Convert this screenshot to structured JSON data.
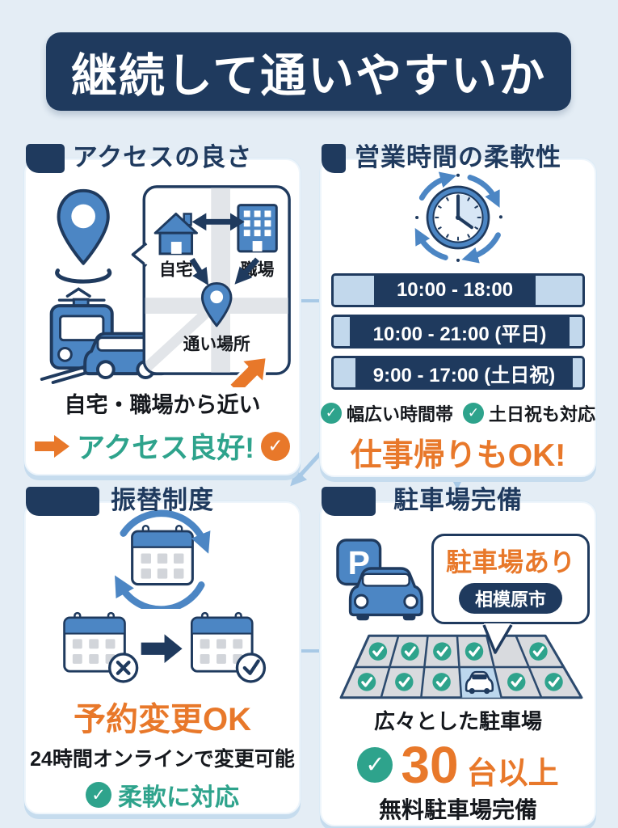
{
  "title": "継続して通いやすいか",
  "icons": {
    "check": "✓"
  },
  "access": {
    "heading": "アクセスの良さ",
    "home_label": "自宅",
    "work_label": "職場",
    "place_label": "通い場所",
    "line1": "自宅・職場から近い",
    "highlight": "アクセス良好!"
  },
  "hours": {
    "heading": "営業時間の柔軟性",
    "slots": [
      {
        "label": "10:00 - 18:00"
      },
      {
        "label": "10:00 - 21:00 (平日)"
      },
      {
        "label": "9:00 - 17:00 (土日祝)"
      }
    ],
    "checks": [
      {
        "label": "幅広い時間帯"
      },
      {
        "label": "土日祝も対応"
      }
    ],
    "highlight": "仕事帰りもOK!"
  },
  "reschedule": {
    "heading": "振替制度",
    "highlight": "予約変更OK",
    "line1": "24時間オンラインで変更可能",
    "check_line": "柔軟に対応"
  },
  "parking": {
    "heading": "駐車場完備",
    "sign_letter": "P",
    "bubble_title": "駐車場あり",
    "bubble_badge": "相模原市",
    "line1": "広々とした駐車場",
    "count": "30",
    "count_suffix": "台以上",
    "line2": "無料駐車場完備"
  },
  "colors": {
    "navy": "#1f3a5e",
    "orange": "#e8782a",
    "teal": "#2ea38c",
    "icon_blue": "#4c86c4",
    "light_blue": "#c2d8ec",
    "background": "#e4edf5"
  }
}
